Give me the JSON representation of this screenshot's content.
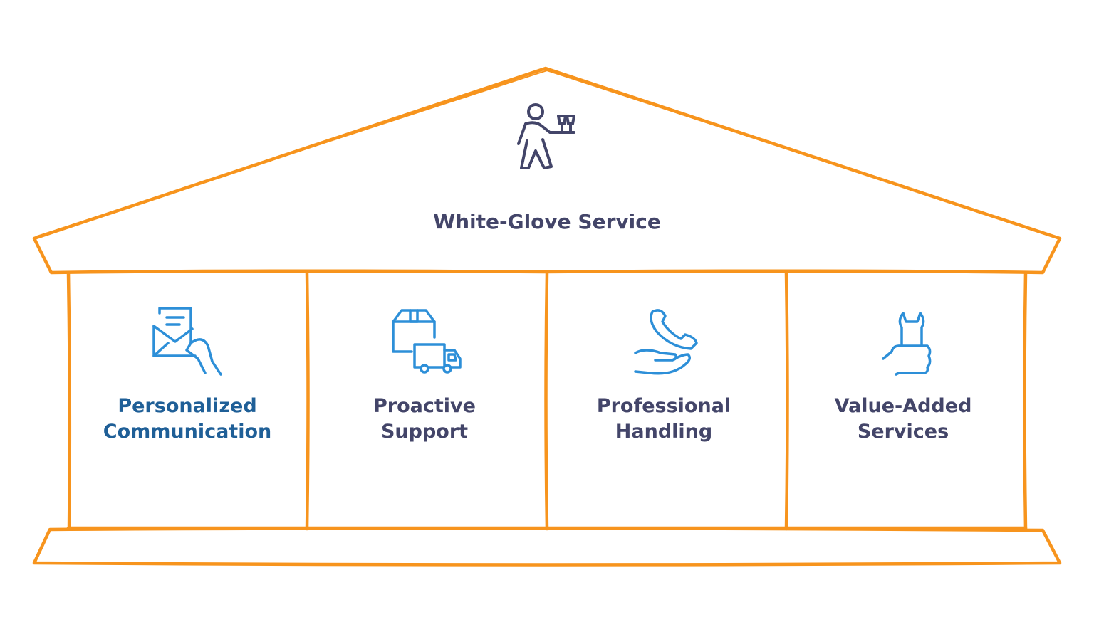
{
  "diagram": {
    "title": "White-Glove Service",
    "roof_icon": "waiter-with-tray-icon",
    "pillars": [
      {
        "line1": "Personalized",
        "line2": "Communication",
        "icon": "envelope-in-hand-icon",
        "highlighted": true
      },
      {
        "line1": "Proactive",
        "line2": "Support",
        "icon": "box-and-truck-icon",
        "highlighted": false
      },
      {
        "line1": "Professional",
        "line2": "Handling",
        "icon": "phone-over-hand-icon",
        "highlighted": false
      },
      {
        "line1": "Value-Added",
        "line2": "Services",
        "icon": "wrench-in-hand-icon",
        "highlighted": false
      }
    ]
  },
  "colors": {
    "outline": "#f7941d",
    "icon": "#2d8fd8",
    "text": "#434569",
    "highlight_text": "#1f5f97",
    "roof_icon": "#434569"
  }
}
